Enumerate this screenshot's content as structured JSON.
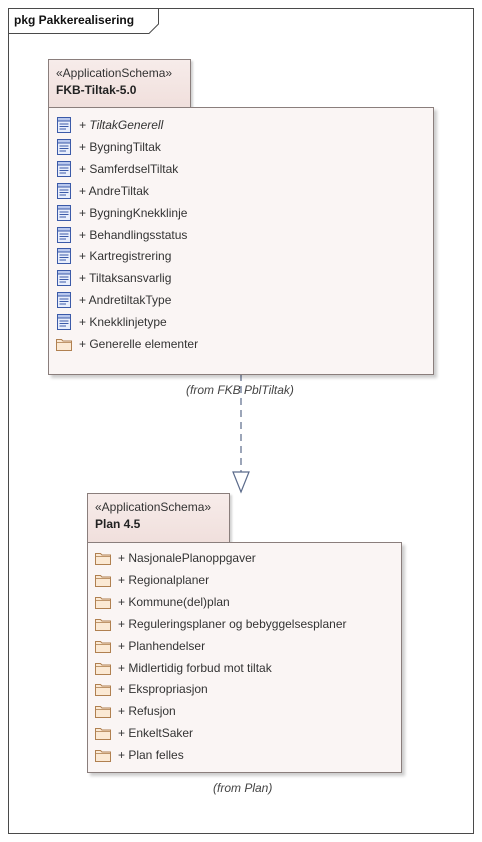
{
  "frame": {
    "title": "pkg Pakkerealisering"
  },
  "packages": [
    {
      "stereotype": "«ApplicationSchema»",
      "name": "FKB-Tiltak-5.0",
      "from": "(from FKB PblTiltak)",
      "items": [
        {
          "label": "+ TiltakGenerell",
          "icon": "class-icon",
          "italic": true
        },
        {
          "label": "+ BygningTiltak",
          "icon": "class-icon"
        },
        {
          "label": "+ SamferdselTiltak",
          "icon": "class-icon"
        },
        {
          "label": "+ AndreTiltak",
          "icon": "class-icon"
        },
        {
          "label": "+ BygningKnekklinje",
          "icon": "class-icon"
        },
        {
          "label": "+ Behandlingsstatus",
          "icon": "class-icon"
        },
        {
          "label": "+ Kartregistrering",
          "icon": "class-icon"
        },
        {
          "label": "+ Tiltaksansvarlig",
          "icon": "class-icon"
        },
        {
          "label": "+ AndretiltakType",
          "icon": "class-icon"
        },
        {
          "label": "+ Knekklinjetype",
          "icon": "class-icon"
        },
        {
          "label": "+ Generelle elementer",
          "icon": "folder-icon"
        }
      ]
    },
    {
      "stereotype": "«ApplicationSchema»",
      "name": "Plan 4.5",
      "from": "(from Plan)",
      "items": [
        {
          "label": "+ NasjonalePlanoppgaver",
          "icon": "folder-icon"
        },
        {
          "label": "+ Regionalplaner",
          "icon": "folder-icon"
        },
        {
          "label": "+ Kommune(del)plan",
          "icon": "folder-icon"
        },
        {
          "label": "+ Reguleringsplaner og bebyggelsesplaner",
          "icon": "folder-icon"
        },
        {
          "label": "+ Planhendelser",
          "icon": "folder-icon"
        },
        {
          "label": "+ Midlertidig forbud mot tiltak",
          "icon": "folder-icon"
        },
        {
          "label": "+ Ekspropriasjon",
          "icon": "folder-icon"
        },
        {
          "label": "+ Refusjon",
          "icon": "folder-icon"
        },
        {
          "label": "+ EnkeltSaker",
          "icon": "folder-icon"
        },
        {
          "label": "+ Plan felles",
          "icon": "folder-icon"
        }
      ]
    }
  ],
  "colors": {
    "package_fill": "#faf5f4",
    "package_border": "#8a7e7c",
    "connector": "#5a6a8a",
    "folder_fill": "#fbe9d4",
    "folder_stroke": "#b08050",
    "class_fill": "#e8eefc",
    "class_stroke": "#3b5aa8"
  }
}
